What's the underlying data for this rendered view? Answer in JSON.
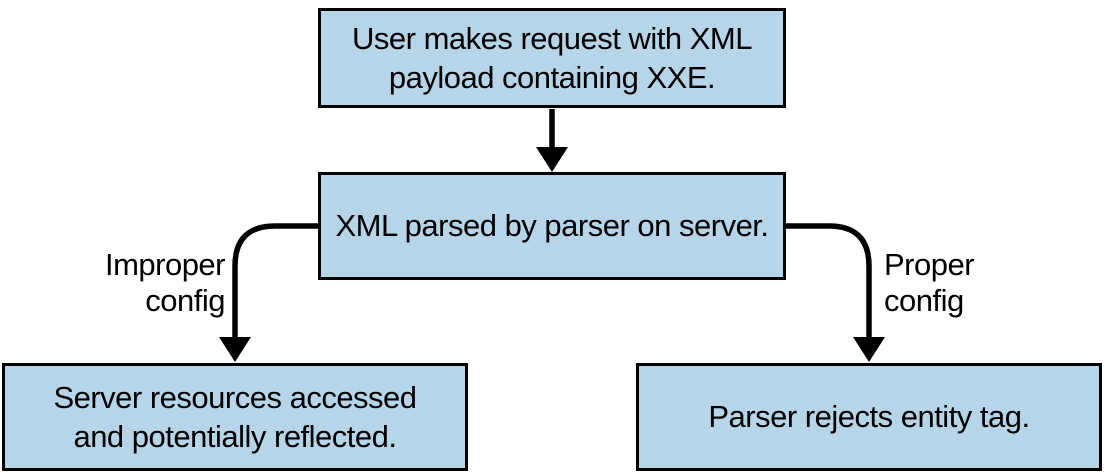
{
  "diagram": {
    "nodes": {
      "request": {
        "text": "User makes request with XML\npayload containing XXE."
      },
      "parse": {
        "text": "XML parsed by parser on server."
      },
      "improper_result": {
        "text": "Server resources accessed\nand potentially reflected."
      },
      "proper_result": {
        "text": "Parser rejects entity tag."
      }
    },
    "edge_labels": {
      "improper": "Improper\nconfig",
      "proper": "Proper\nconfig"
    },
    "edges": [
      {
        "from": "request",
        "to": "parse",
        "label": ""
      },
      {
        "from": "parse",
        "to": "improper_result",
        "label": "Improper config"
      },
      {
        "from": "parse",
        "to": "proper_result",
        "label": "Proper config"
      }
    ],
    "colors": {
      "node_fill": "#B7D5E8",
      "node_border": "#000000",
      "arrow": "#000000",
      "text": "#000000",
      "background": "#FFFFFF"
    }
  }
}
